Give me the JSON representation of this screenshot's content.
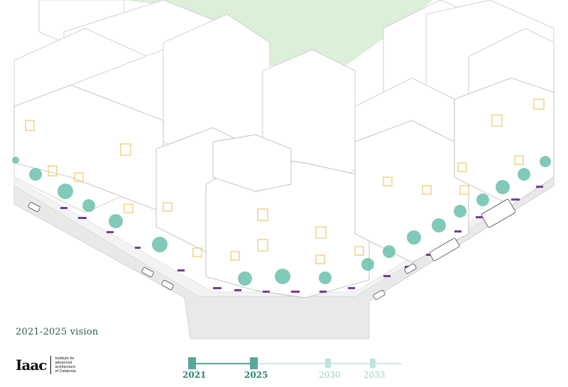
{
  "caption": "2021-2025 vision",
  "logo": {
    "mark": "Iaac",
    "lines": [
      "Institute for",
      "advanced",
      "architecture",
      "of Catalonia"
    ]
  },
  "timeline": {
    "years": [
      "2021",
      "2025",
      "2030",
      "2033"
    ],
    "active_range": [
      "2021",
      "2025"
    ]
  },
  "colors": {
    "park": "#dcefd9",
    "tree": "#5fb8a5",
    "furniture": "#7a3b8f",
    "balcony": "#f2d58c",
    "street": "#e8e8e8",
    "timeline_strong": "#5aa79b",
    "timeline_faint": "#bfe2dd"
  }
}
